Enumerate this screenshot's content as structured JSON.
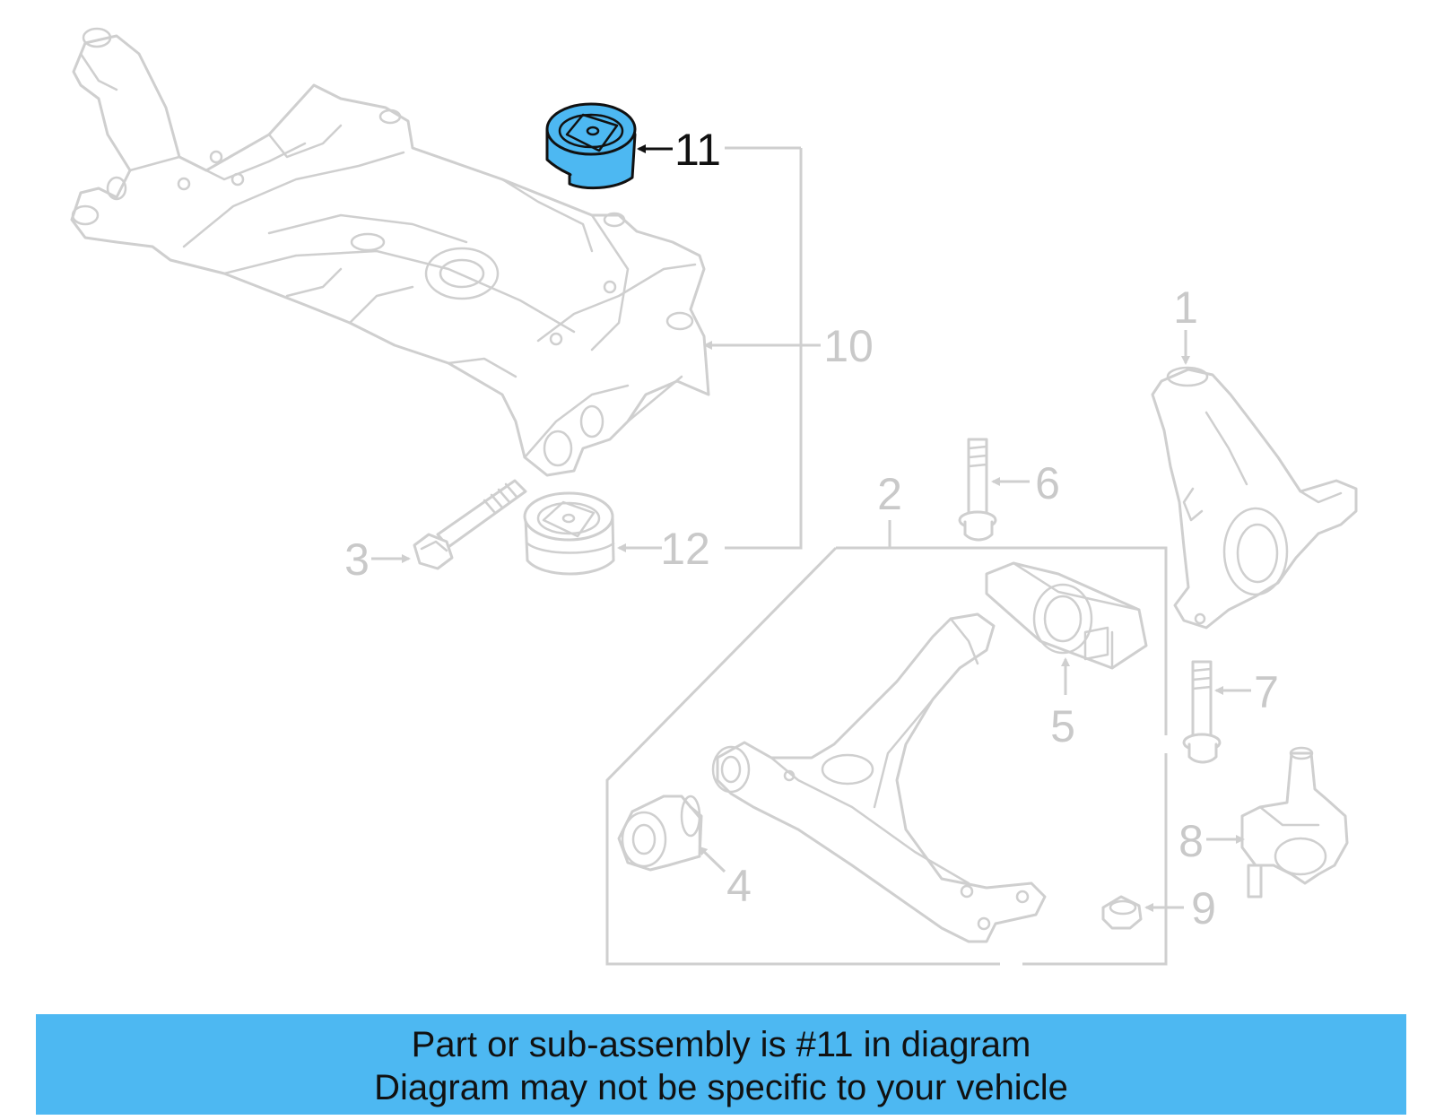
{
  "callouts": {
    "c1": "1",
    "c2": "2",
    "c3": "3",
    "c4": "4",
    "c5": "5",
    "c6": "6",
    "c7": "7",
    "c8": "8",
    "c9": "9",
    "c10": "10",
    "c11": "11",
    "c12": "12"
  },
  "highlighted_part": "11",
  "colors": {
    "highlight": "#4db8f2",
    "banner": "#4db8f2",
    "line_art": "#cfcfcf",
    "text": "#111111"
  },
  "banner": {
    "line1": "Part or sub-assembly is #11 in diagram",
    "line2": "Diagram may not be specific to your vehicle"
  }
}
